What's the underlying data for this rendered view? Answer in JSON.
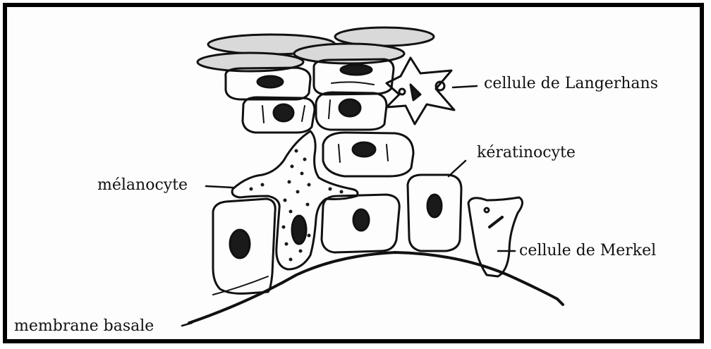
{
  "figure": {
    "labels": {
      "langerhans": "cellule de Langerhans",
      "keratinocyte": "kératinocyte",
      "melanocyte": "mélanocyte",
      "merkel": "cellule de Merkel",
      "membrane": "membrane basale"
    },
    "colors": {
      "ink": "#111111",
      "nucleus": "#1a1a1a",
      "corneum_fill": "#d9d9d9",
      "background": "#fdfdfd",
      "frame": "#000000"
    }
  }
}
